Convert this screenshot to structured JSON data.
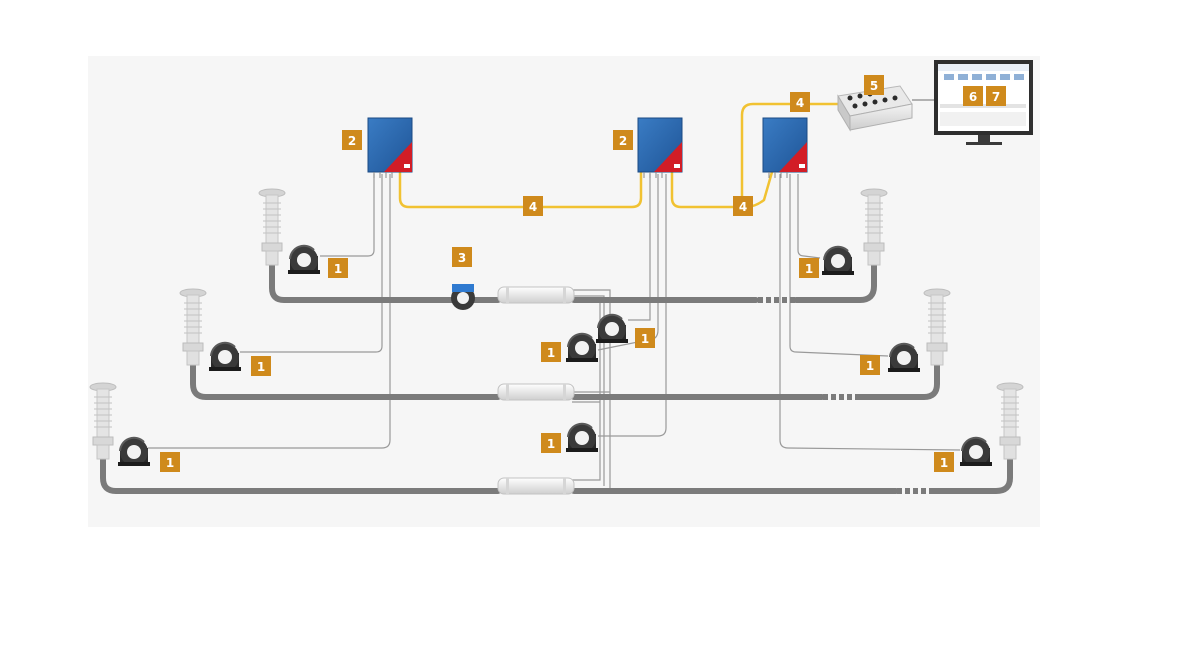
{
  "badges": {
    "sensor": "1",
    "device": "2",
    "coupler": "3",
    "link": "4",
    "hub": "5",
    "screen_a": "6",
    "screen_b": "7"
  },
  "icons": {
    "sensor": "split-core-current-sensor-icon",
    "device": "monitoring-unit-icon",
    "coupler": "cable-clamp-sensor-icon",
    "hub": "switch-hub-icon",
    "monitor": "monitor-icon",
    "bushing": "cable-termination-icon",
    "joint": "cable-joint-icon"
  },
  "colors": {
    "badge": "#cf8a1c",
    "link_cable": "#f1c232",
    "power_cable": "#7b7b7b",
    "device_blue": "#2c67ad",
    "device_red": "#d21d26",
    "panel_bg": "#f6f6f6"
  }
}
